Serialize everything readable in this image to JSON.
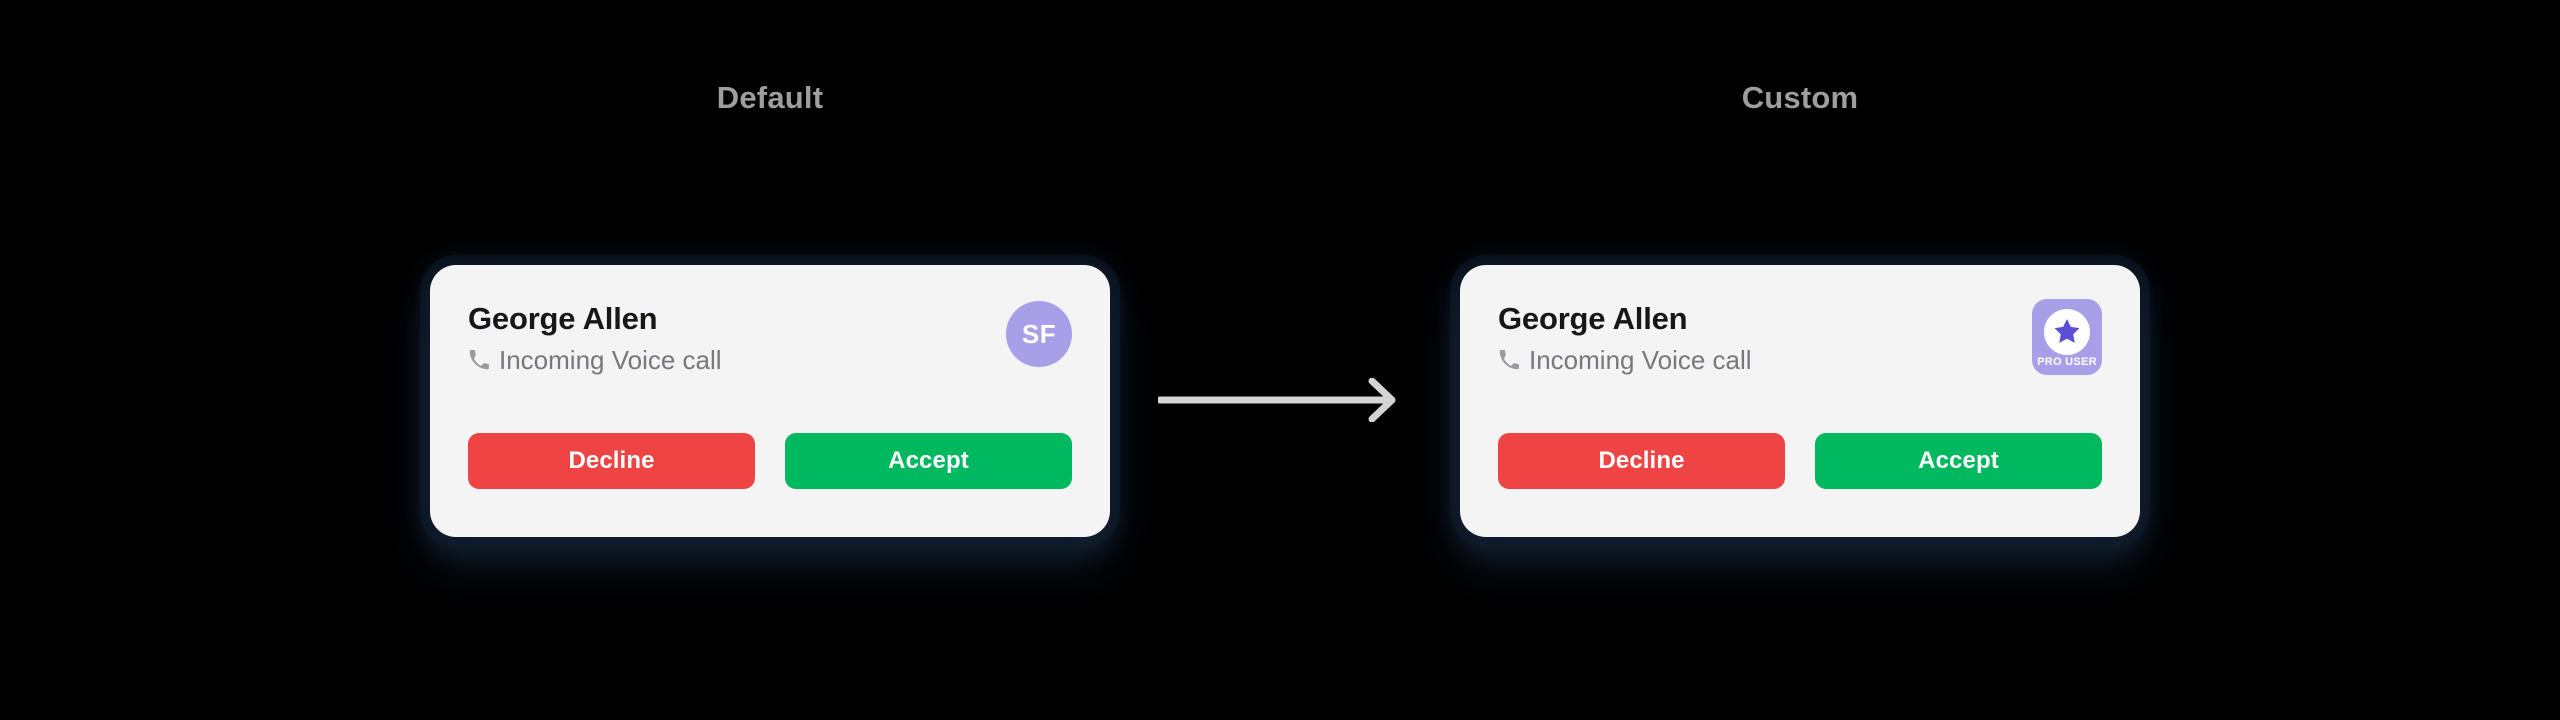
{
  "background_color": "#000000",
  "sections": [
    {
      "key": "default",
      "label": "Default"
    },
    {
      "key": "custom",
      "label": "Custom"
    }
  ],
  "colors": {
    "card_background": "#f4f4f5",
    "caller_name": "#17171a",
    "call_status": "#77777c",
    "label": "#9e9e9e",
    "decline": "#ef4444",
    "accept": "#00b85e",
    "avatar": "#a79fe8",
    "badge_background": "#a79fe8",
    "star": "#5b4fd8",
    "arrow": "#d4d4d4"
  },
  "default_card": {
    "caller_name": "George Allen",
    "call_status": "Incoming Voice call",
    "status_icon": "phone-icon",
    "avatar": {
      "type": "circle-initials",
      "initials": "SF"
    },
    "buttons": {
      "decline": "Decline",
      "accept": "Accept"
    }
  },
  "custom_card": {
    "caller_name": "George Allen",
    "call_status": "Incoming Voice call",
    "status_icon": "phone-icon",
    "badge": {
      "type": "pro-badge",
      "icon": "star-icon",
      "label": "PRO USER"
    },
    "buttons": {
      "decline": "Decline",
      "accept": "Accept"
    }
  },
  "arrow": {
    "icon": "arrow-right-icon",
    "direction": "right"
  }
}
